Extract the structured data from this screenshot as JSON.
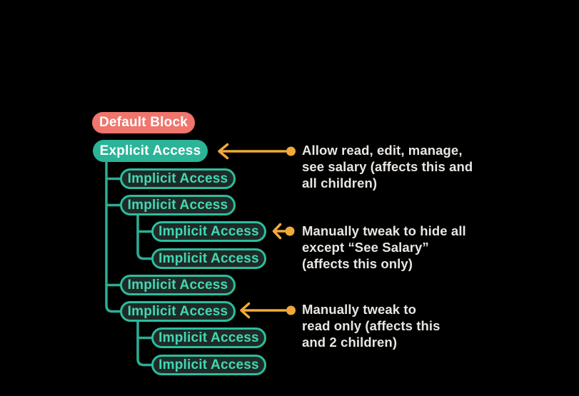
{
  "colors": {
    "background": "#000000",
    "default_block_fill": "#F0756C",
    "explicit_fill": "#2BB497",
    "pill_text_light": "#FFFFFF",
    "implicit_border": "#2CBD9E",
    "implicit_text": "#41D8B4",
    "implicit_fill": "#1F2A27",
    "connector": "#2BAE93",
    "arrow": "#F2A93B",
    "annotation_text": "#E9E6E2"
  },
  "tree": {
    "root_label": "Default Block",
    "explicit_label": "Explicit Access",
    "implicit_nodes": [
      {
        "label": "Implicit Access"
      },
      {
        "label": "Implicit Access"
      },
      {
        "label": "Implicit Access"
      },
      {
        "label": "Implicit Access"
      },
      {
        "label": "Implicit Access"
      },
      {
        "label": "Implicit Access"
      },
      {
        "label": "Implicit Access"
      },
      {
        "label": "Implicit Access"
      }
    ]
  },
  "annotations": [
    {
      "lines": [
        "Allow read, edit, manage,",
        "see salary (affects this and",
        "all children)"
      ]
    },
    {
      "lines": [
        "Manually tweak to hide all",
        "except “See Salary”",
        "(affects this only)"
      ]
    },
    {
      "lines": [
        "Manually tweak to",
        "read only (affects this",
        "and 2 children)"
      ]
    }
  ]
}
